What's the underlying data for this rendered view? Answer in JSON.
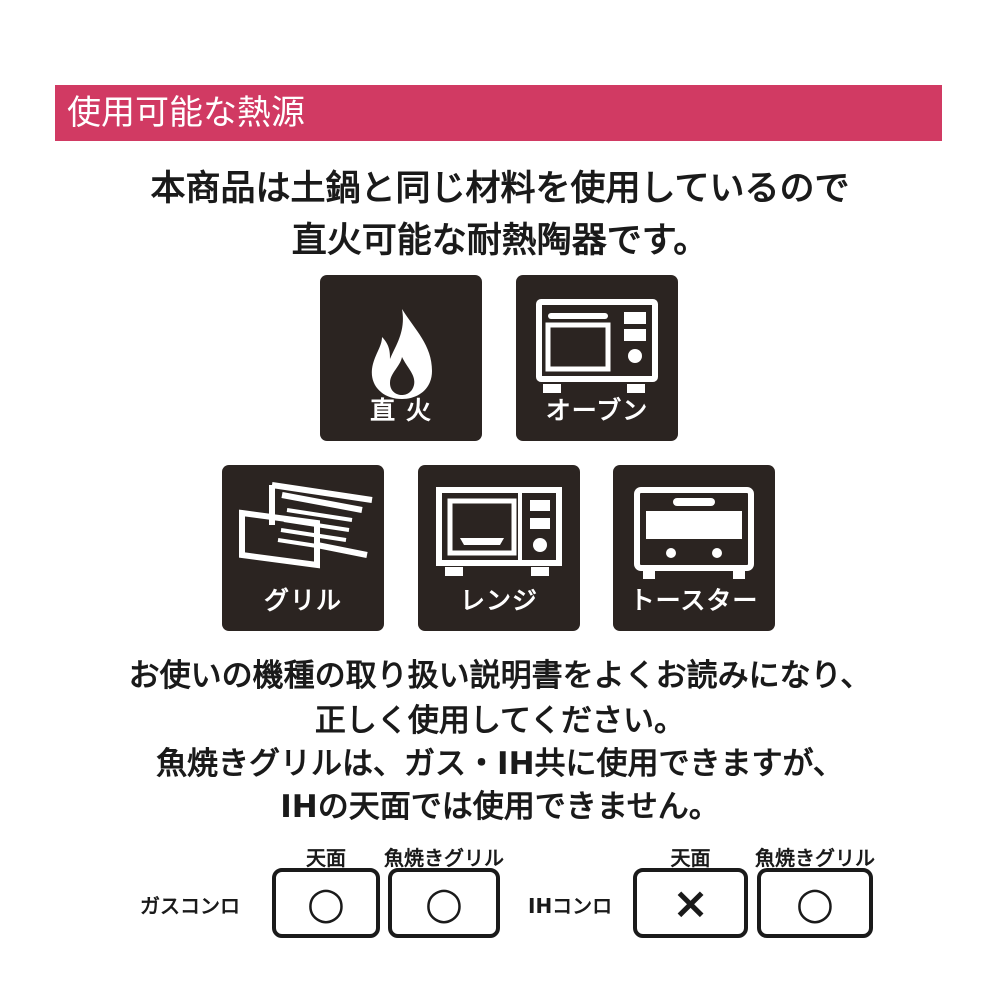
{
  "header": {
    "title": "使用可能な熱源"
  },
  "intro": {
    "line1": "本商品は土鍋と同じ材料を使用しているので",
    "line2": "直火可能な耐熱陶器です。"
  },
  "heat_sources": [
    {
      "label": "直 火",
      "icon": "flame-icon"
    },
    {
      "label": "オーブン",
      "icon": "oven-icon"
    },
    {
      "label": "グリル",
      "icon": "grill-icon"
    },
    {
      "label": "レンジ",
      "icon": "microwave-icon"
    },
    {
      "label": "トースター",
      "icon": "toaster-icon"
    }
  ],
  "notes": [
    "お使いの機種の取り扱い説明書をよくお読みになり、",
    "正しく使用してください。",
    "魚焼きグリルは、ガス・IH共に使用できますが、",
    "IHの天面では使用できません。"
  ],
  "compat": {
    "columns": [
      "天面",
      "魚焼きグリル"
    ],
    "rows": [
      {
        "label": "ガスコンロ",
        "values": [
          "○",
          "○"
        ]
      },
      {
        "label": "IHコンロ",
        "values": [
          "×",
          "○"
        ]
      }
    ]
  },
  "colors": {
    "header": "#d13a63",
    "tile": "#2b2421"
  }
}
